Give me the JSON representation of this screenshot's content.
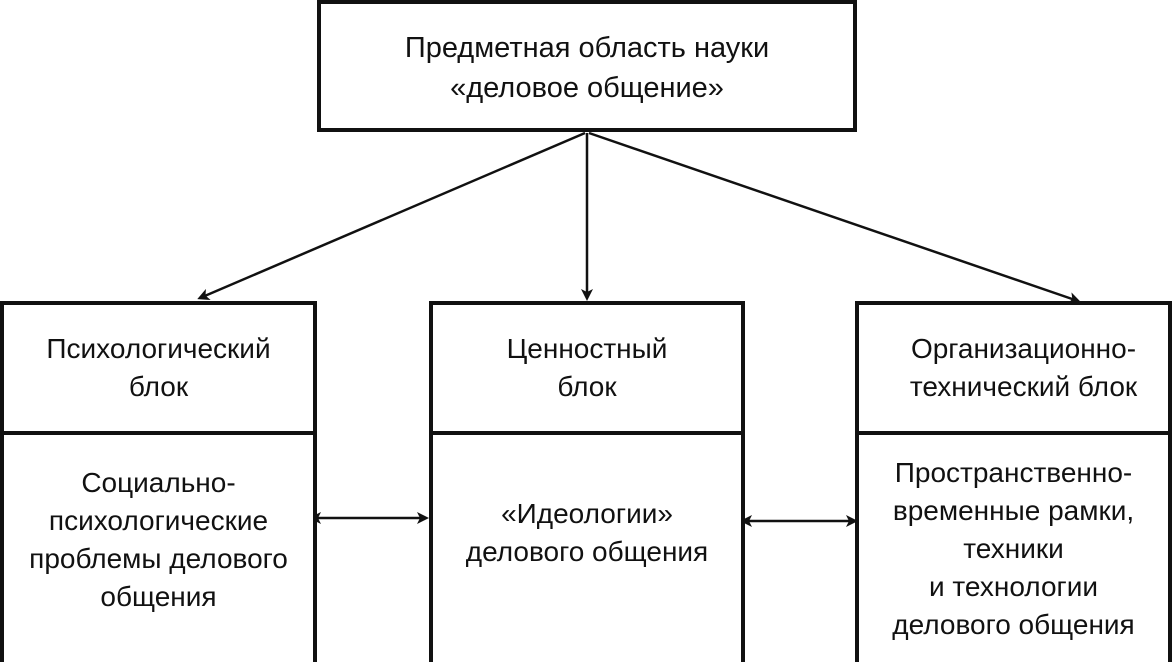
{
  "root": {
    "text": "Предметная область науки\n«деловое общение»"
  },
  "blocks": [
    {
      "title": "Психологический\nблок",
      "content": "Социально-\nпсихологические\nпроблемы делового\nобщения"
    },
    {
      "title": "Ценностный\nблок",
      "content": "«Идеологии»\nделового общения"
    },
    {
      "title": "Организационно-\nтехнический блок",
      "content": "Пространственно-\nвременные рамки,\nтехники\nи технологии\nделового общения"
    }
  ]
}
